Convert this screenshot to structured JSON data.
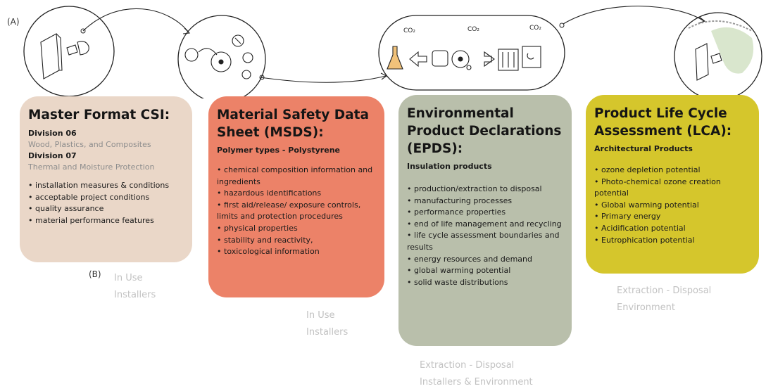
{
  "labels": {
    "a": "(A)",
    "b": "(B)"
  },
  "colors": {
    "csi": "#ead7c8",
    "msds": "#ec8268",
    "epds": "#b9bfab",
    "lca": "#d5c62c",
    "caption": "#c2c2c2"
  },
  "sketch": {
    "co2_label_1": "CO₂",
    "co2_label_2": "CO₂",
    "co2_label_3": "CO₂"
  },
  "cards": {
    "csi": {
      "title": "Master Format CSI:",
      "divisions": [
        {
          "name": "Division 06",
          "desc": "Wood, Plastics, and Composites"
        },
        {
          "name": "Division 07",
          "desc": "Thermal and Moisture Protection"
        }
      ],
      "items": [
        "installation measures & conditions",
        "acceptable project conditions",
        "quality assurance",
        "material performance features"
      ]
    },
    "msds": {
      "title": "Material Safety Data Sheet (MSDS):",
      "subtitle": "Polymer types - Polystyrene",
      "items": [
        "chemical composition information and ingredients",
        "hazardous identifications",
        "first aid/release/ exposure controls, limits and protection procedures",
        "physical properties",
        "stability and reactivity,",
        "toxicological information"
      ]
    },
    "epds": {
      "title": "Environmental Product Declarations (EPDS):",
      "subtitle": "Insulation products",
      "items": [
        "production/extraction to disposal",
        "manufacturing processes",
        "performance properties",
        "end of life management and recycling",
        "life cycle assessment boundaries and results",
        "energy resources and demand",
        "global warming potential",
        "solid waste distributions"
      ]
    },
    "lca": {
      "title": "Product Life Cycle Assessment (LCA):",
      "subtitle": "Architectural Products",
      "items": [
        "ozone depletion potential",
        "Photo-chemical ozone creation potential",
        "Global warming potential",
        "Primary energy",
        "Acidification potential",
        "Eutrophication potential"
      ]
    }
  },
  "captions": {
    "csi": [
      "In Use",
      "Installers"
    ],
    "msds": [
      "In Use",
      "Installers"
    ],
    "epds": [
      "Extraction - Disposal",
      "Installers & Environment"
    ],
    "lca": [
      "Extraction - Disposal",
      "Environment"
    ]
  }
}
